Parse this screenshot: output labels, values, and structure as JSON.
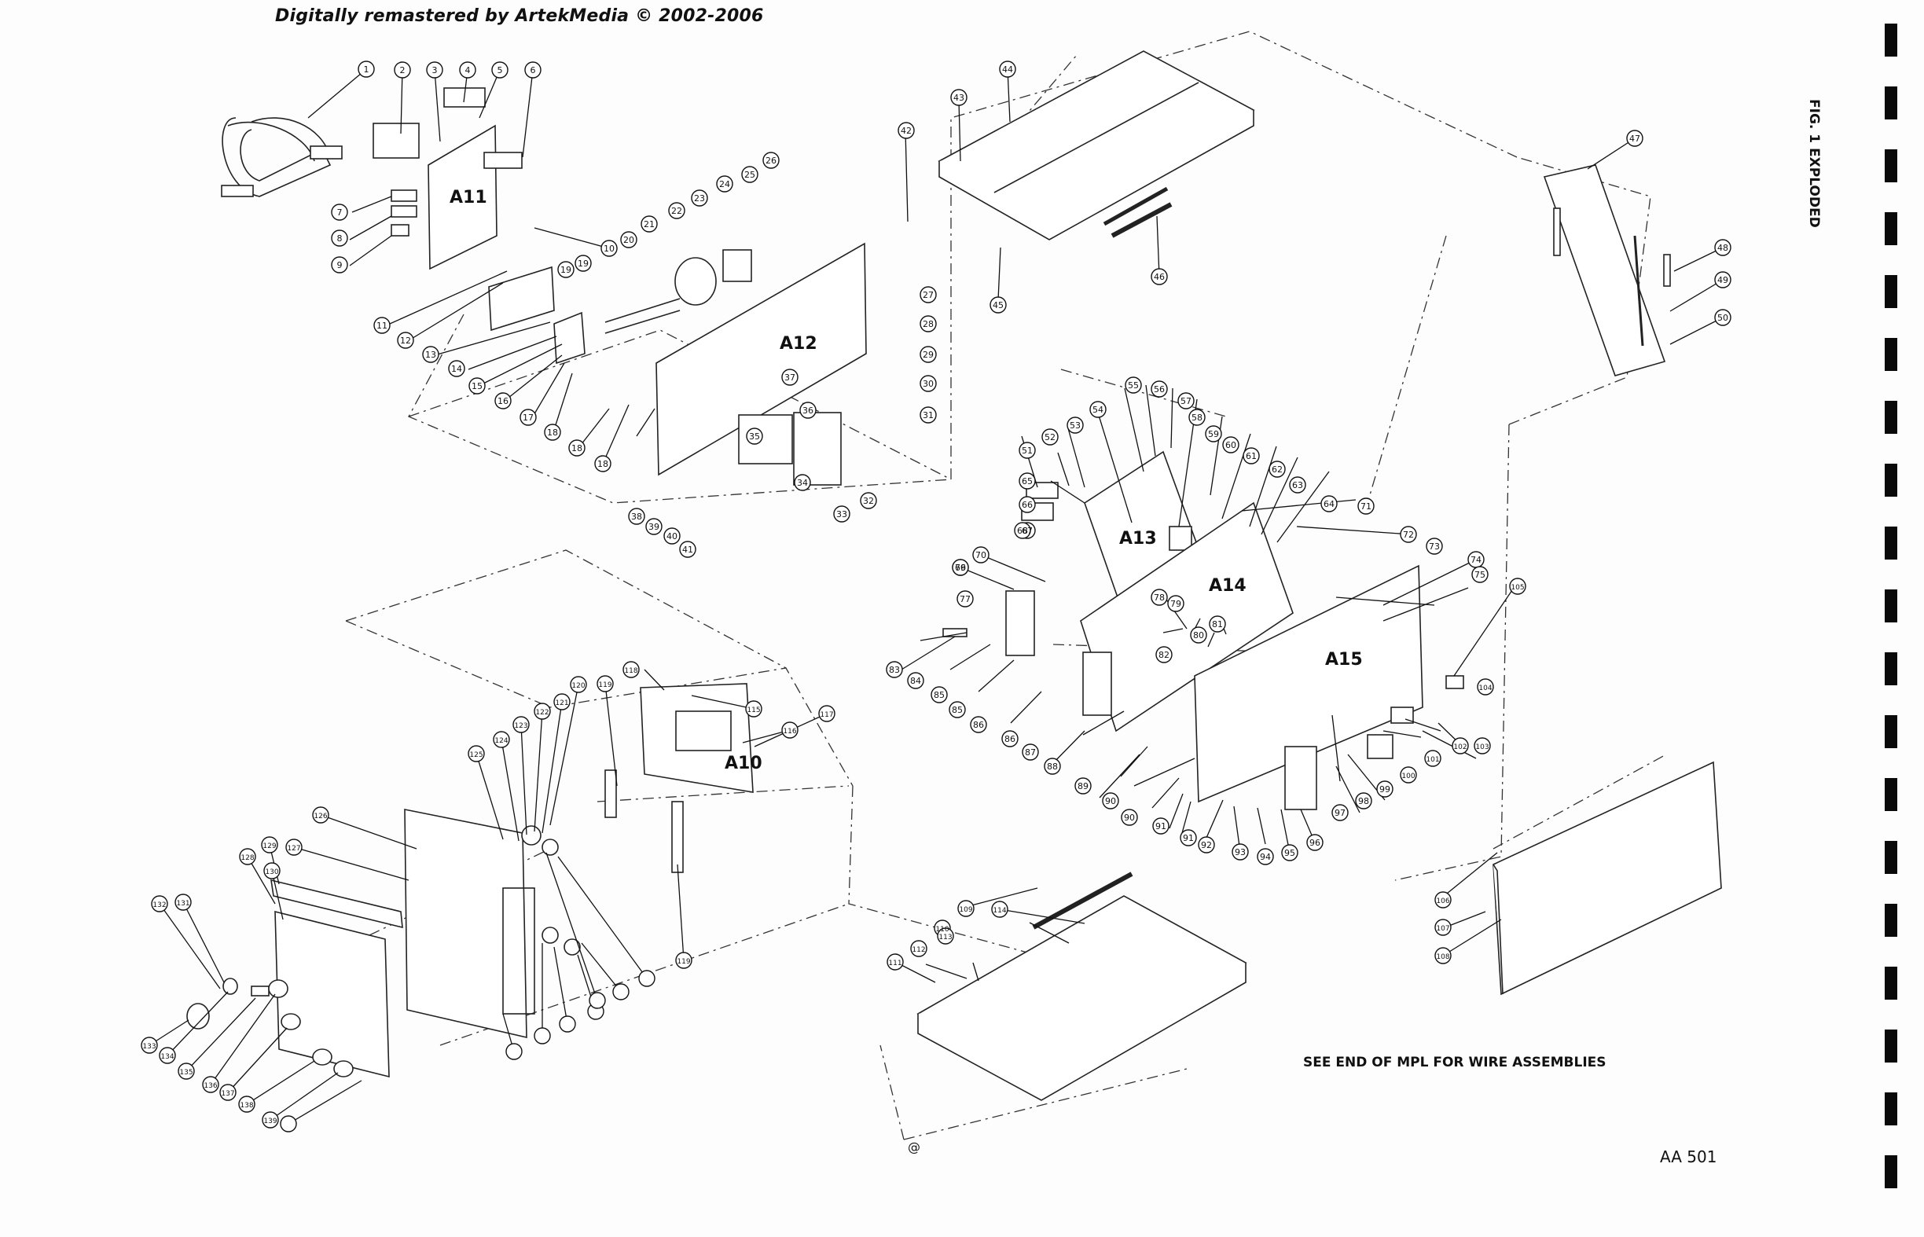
{
  "header_text": "Digitally remastered by ArtekMedia © 2002-2006",
  "figure_label": "FIG. 1 EXPLODED",
  "note_text": "SEE END OF MPL FOR WIRE ASSEMBLIES",
  "doc_id": "AA 501",
  "at_mark": "@",
  "colors": {
    "ink": "#111111",
    "paper": "#fdfdfd",
    "binding": "#0a0a0a"
  },
  "boards": [
    "A10",
    "A11",
    "A12",
    "A13",
    "A14",
    "A15"
  ],
  "callouts": [
    "1",
    "2",
    "3",
    "4",
    "5",
    "6",
    "7",
    "8",
    "9",
    "10",
    "11",
    "12",
    "13",
    "14",
    "15",
    "16",
    "17",
    "18",
    "18",
    "18",
    "19",
    "19",
    "20",
    "21",
    "22",
    "23",
    "24",
    "25",
    "26",
    "27",
    "28",
    "29",
    "30",
    "31",
    "32",
    "33",
    "34",
    "35",
    "36",
    "37",
    "38",
    "39",
    "40",
    "41",
    "42",
    "43",
    "44",
    "45",
    "46",
    "47",
    "48",
    "49",
    "50",
    "51",
    "52",
    "53",
    "54",
    "55",
    "56",
    "57",
    "58",
    "59",
    "60",
    "61",
    "62",
    "63",
    "64",
    "65",
    "66",
    "67",
    "68",
    "69",
    "70",
    "71",
    "72",
    "73",
    "74",
    "75",
    "76",
    "77",
    "78",
    "79",
    "80",
    "81",
    "82",
    "83",
    "84",
    "85",
    "85",
    "86",
    "86",
    "87",
    "88",
    "89",
    "90",
    "90",
    "91",
    "91",
    "92",
    "93",
    "94",
    "95",
    "96",
    "97",
    "98",
    "99",
    "100",
    "101",
    "102",
    "103",
    "104",
    "105",
    "106",
    "107",
    "108",
    "109",
    "110",
    "111",
    "112",
    "113",
    "114",
    "115",
    "116",
    "117",
    "118",
    "119",
    "119",
    "120",
    "121",
    "122",
    "123",
    "124",
    "125",
    "126",
    "127",
    "128",
    "129",
    "130",
    "131",
    "132",
    "133",
    "134",
    "135",
    "136",
    "137",
    "138",
    "139"
  ]
}
